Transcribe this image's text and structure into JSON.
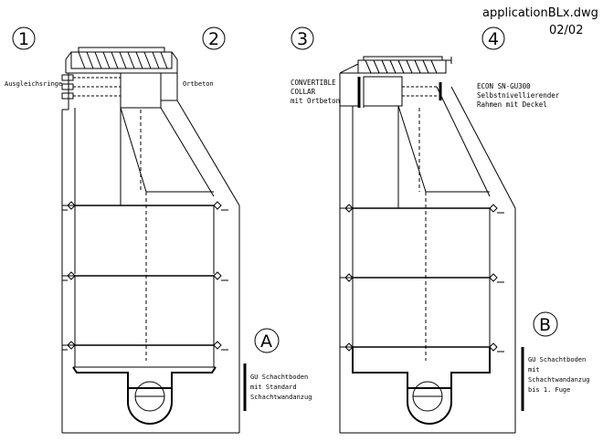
{
  "header": {
    "filename": "applicationBLx.dwg",
    "sheet": "02/02"
  },
  "markers": {
    "m1": "1",
    "m2": "2",
    "m3": "3",
    "m4": "4",
    "mA": "A",
    "mB": "B"
  },
  "labels": {
    "ausgleichsringe": "Ausgleichsringe",
    "ortbeton": "Ortbeton",
    "convertible_line1": "CONVERTIBLE",
    "convertible_line2": "COLLAR",
    "convertible_line3": "mit Ortbeton",
    "econ_line1": "ECON SN-GU300",
    "econ_line2": "Selbstnivellierender",
    "econ_line3": "Rahmen mit Deckel",
    "a_line1": "GU Schachtboden",
    "a_line2": "mit Standard",
    "a_line3": "Schachtwandanzug",
    "b_line1": "GU Schachtboden",
    "b_line2": "mit",
    "b_line3": "Schachtwandanzug",
    "b_line4": "bis 1. Fuge"
  }
}
